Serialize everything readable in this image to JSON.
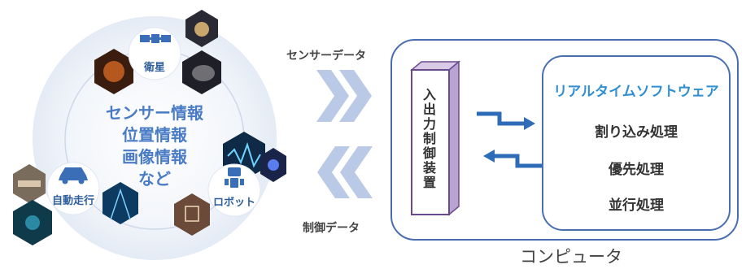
{
  "center_text": [
    "センサー情報",
    "位置情報",
    "画像情報",
    "など"
  ],
  "nodes": {
    "satellite": "衛星",
    "robot": "ロボット",
    "car": "自動走行"
  },
  "flow": {
    "sensor_data": "センサーデータ",
    "control_data": "制御データ"
  },
  "io_device": "入出力制御装置",
  "software": {
    "title": "リアルタイムソフトウェア",
    "items": [
      "割り込み処理",
      "優先処理",
      "並行処理"
    ]
  },
  "computer_label": "コンピュータ",
  "colors": {
    "blue": "#3a6fb8",
    "dark_blue": "#2f5f9b",
    "purple": "#6a4a8f",
    "chevron": "#b9c9e6",
    "text": "#333333"
  },
  "icons": [
    "satellite-icon",
    "robot-icon",
    "car-icon"
  ]
}
